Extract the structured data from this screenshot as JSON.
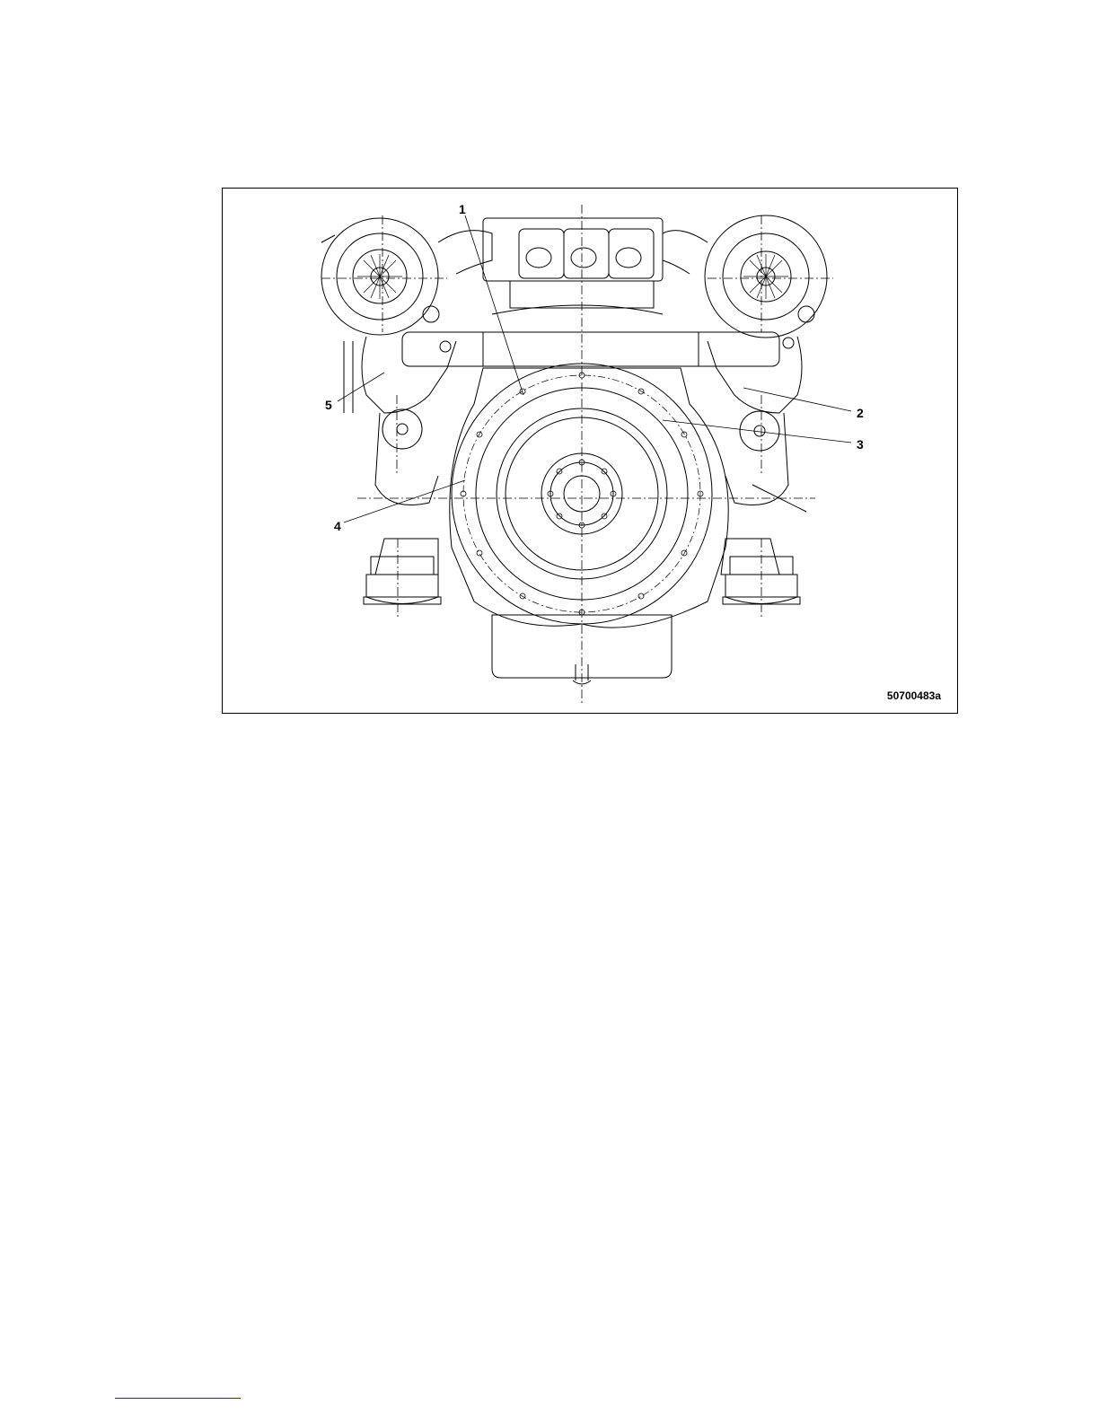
{
  "figure": {
    "id": "50700483a",
    "callouts": [
      {
        "label": "1"
      },
      {
        "label": "2"
      },
      {
        "label": "3"
      },
      {
        "label": "4"
      },
      {
        "label": "5"
      }
    ]
  },
  "colors": {
    "line": "#000000",
    "footer_rule": "#1a2fb8"
  }
}
